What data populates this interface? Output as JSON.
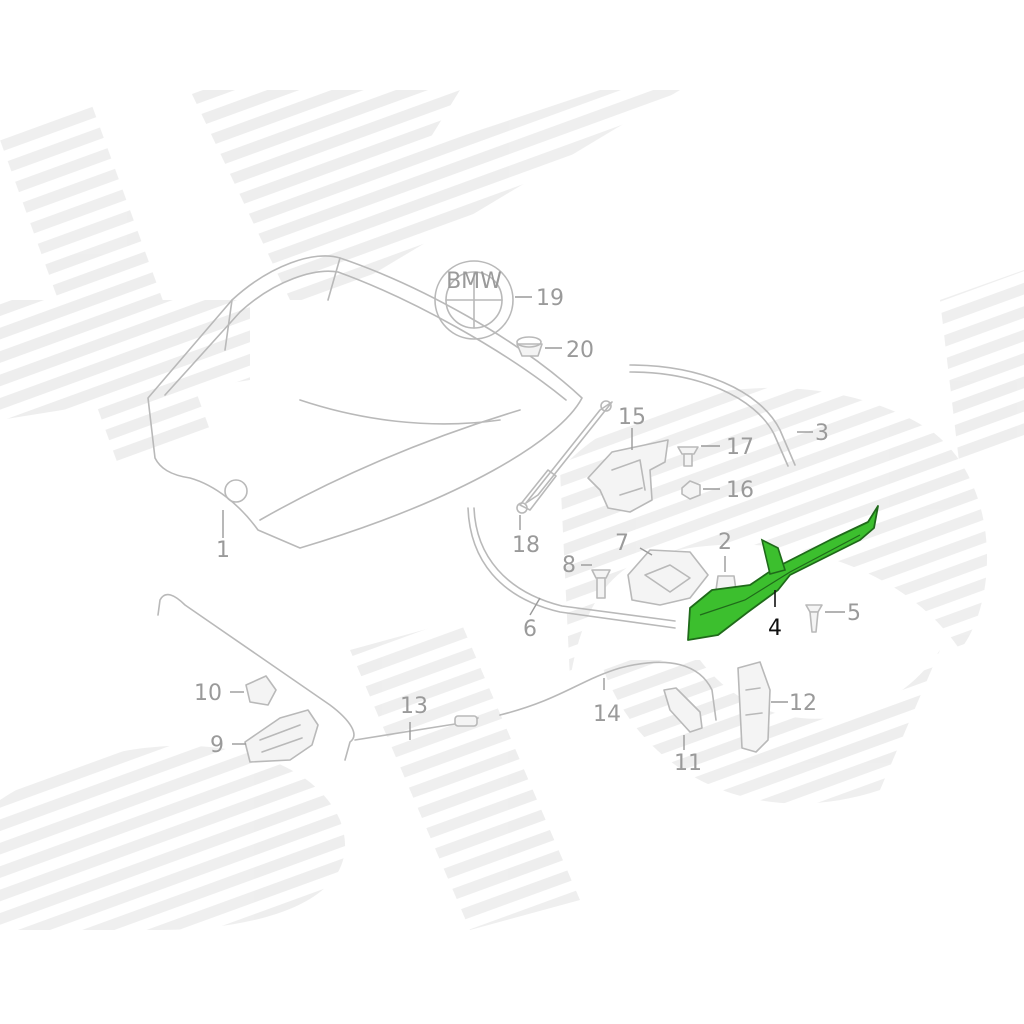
{
  "diagram": {
    "emblem_text": "BMW",
    "highlight_color": "#2fb52a",
    "callouts": [
      {
        "id": "c1",
        "text": "1"
      },
      {
        "id": "c2",
        "text": "2"
      },
      {
        "id": "c3",
        "text": "3"
      },
      {
        "id": "c4",
        "text": "4",
        "highlighted": true
      },
      {
        "id": "c5",
        "text": "5"
      },
      {
        "id": "c6",
        "text": "6"
      },
      {
        "id": "c7",
        "text": "7"
      },
      {
        "id": "c8",
        "text": "8"
      },
      {
        "id": "c9",
        "text": "9"
      },
      {
        "id": "c10",
        "text": "10"
      },
      {
        "id": "c11",
        "text": "11"
      },
      {
        "id": "c12",
        "text": "12"
      },
      {
        "id": "c13",
        "text": "13"
      },
      {
        "id": "c14",
        "text": "14"
      },
      {
        "id": "c15",
        "text": "15"
      },
      {
        "id": "c16",
        "text": "16"
      },
      {
        "id": "c17",
        "text": "17"
      },
      {
        "id": "c18",
        "text": "18"
      },
      {
        "id": "c19",
        "text": "19"
      },
      {
        "id": "c20",
        "text": "20"
      }
    ]
  }
}
